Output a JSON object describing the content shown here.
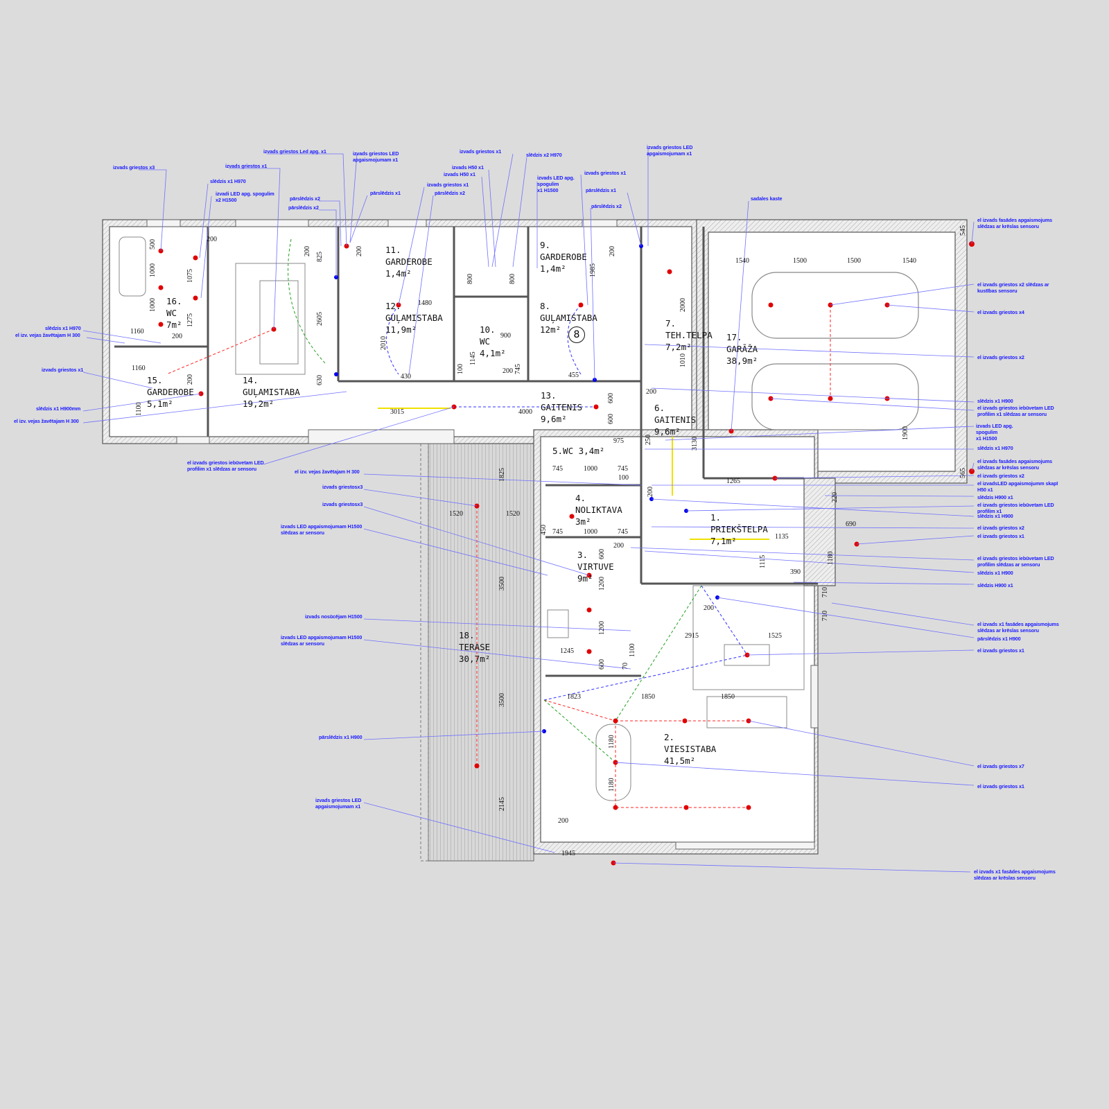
{
  "colors": {
    "background": "#dcdcdc",
    "wall": "#555555",
    "annotation": "#1a1aff",
    "ceiling_point": "#e00000",
    "switch_point": "#0000ee",
    "circuit_red": "#ff2020",
    "circuit_blue": "#3030ff",
    "circuit_green": "#20a020",
    "led_profile": "#f0e000"
  },
  "rooms": [
    {
      "no": "1.",
      "name": "PRIEKŠTELPA",
      "area": "7,1m²"
    },
    {
      "no": "2.",
      "name": "VIESISTABA",
      "area": "41,5m²"
    },
    {
      "no": "3.",
      "name": "VIRTUVE",
      "area": "9m²"
    },
    {
      "no": "4.",
      "name": "NOLIKTAVA",
      "area": "3m²"
    },
    {
      "no": "5.WC",
      "name": "",
      "area": "3,4m²"
    },
    {
      "no": "6.",
      "name": "GAITENIS",
      "area": "9,6m²"
    },
    {
      "no": "7.",
      "name": "TEH.TELPA",
      "area": "7,2m²"
    },
    {
      "no": "8.",
      "name": "GUĻAMISTABA",
      "area": "12m²"
    },
    {
      "no": "9.",
      "name": "GARDEROBE",
      "area": "1,4m²"
    },
    {
      "no": "10.",
      "name": "WC",
      "area": "4,1m²"
    },
    {
      "no": "11.",
      "name": "GARDEROBE",
      "area": "1,4m²"
    },
    {
      "no": "12.",
      "name": "GUĻAMISTABA",
      "area": "11,9m²"
    },
    {
      "no": "13.",
      "name": "GAITENIS",
      "area": "9,6m²"
    },
    {
      "no": "14.",
      "name": "GUĻAMISTABA",
      "area": "19,2m²"
    },
    {
      "no": "15.",
      "name": "GARDEROBE",
      "area": "5,1m²"
    },
    {
      "no": "16.",
      "name": "WC",
      "area": "7m²"
    },
    {
      "no": "17.",
      "name": "GARĀŽA",
      "area": "38,9m²"
    },
    {
      "no": "18.",
      "name": "TERASE",
      "area": "30,7m²"
    }
  ],
  "marker": "8",
  "annotations": [
    "izvads griestos x3",
    "izvads griestos x1",
    "izvads griestos Led apg.  x1",
    "izvads griestos LED\napgaismojumam x1",
    "slēdzis x1 H970",
    "izvadi LED apg. spogulim\n x2 H1500",
    "pārslēdzis x2",
    "pārslēdzis x2",
    "pārslēdzis x1",
    "izvads griestos  x1",
    "slēdzis x2 H970",
    "izvads H50 x1",
    "izvads H50 x1",
    "izvads griestos x1",
    "pārslēdzis x2",
    "izvads LED apg.\nspogulim\n x1 H1500",
    "izvads griestos x1",
    "pārslēdzis x1",
    "pārslēdzis x2",
    "izvads griestos LED\napgaismojumam x1",
    "sadales kaste",
    "slēdzis x1 H970",
    "el izv. vejas žavētajam H 300",
    "izvads griestos x1",
    "slēdzis x1 H900mm",
    "el izv. vejas žavētajam H 300",
    "el izvads griestos iebūvetam LED\nprofilim x1 slēdzas ar sensoru",
    "el izv. vejas žavētajam H 300",
    "izvads griestosx3",
    "izvads griestosx3",
    "izvads LED apgaismojumam H1500\nslēdzas ar sensoru",
    "izvads nosūcējam H1500",
    "izvads LED apgaismojumam H1500\nslēdzas ar sensoru",
    "pārslēdzis x1 H900",
    "izvads griestos LED\napgaismojumam x1",
    "el izvads fasādes apgaismojums\nslēdzas ar krēslas sensoru",
    "el izvads griestos x2 slēdzas ar\nkustības sensoru",
    "el izvads griestos x4",
    "el izvads griestos x2",
    "slēdzis x1 H900",
    "el izvads griestos iebūvetam LED\nprofilim x1 slēdzas ar sensoru",
    "izvads LED apg.\nspogulim\n x1 H1500",
    "slēdzis x1 H970",
    "el izvads fasādes apgaismojums\nslēdzas ar krēslas sensoru",
    "el izvads griestos x2",
    "el izvadsLED apgaismojumm skapī\nH50 x1",
    "slēdzis H900 x1",
    "el izvads griestos iebūvetam LED\nprofilim x1",
    "slēdzis x1 H900",
    "el izvads griestos x2",
    "el izvads griestos x1",
    "el izvads griestos iebūvetam LED\nprofilim slēdzas ar sensoru",
    "slēdzis x1 H900",
    "slēdzis H900 x1",
    "el izvads x1 fasādes apgaismojums\nslēdzas ar krēslas sensoru",
    "pārslēdzis x1 H900",
    "el izvads griestos x1",
    "el izvads griestos x7",
    "el izvads griestos x1",
    "el izvads x1 fasādes apgaismojums\nslēdzas ar krēslas sensoru"
  ],
  "dimensions": [
    "200",
    "500",
    "1000",
    "1075",
    "1000",
    "1275",
    "1160",
    "200",
    "1160",
    "200",
    "1100",
    "200",
    "825",
    "2605",
    "630",
    "200",
    "1480",
    "2010",
    "430",
    "100",
    "1145",
    "900",
    "745",
    "200",
    "800",
    "800",
    "200",
    "1985",
    "455",
    "2000",
    "1010",
    "200",
    "3015",
    "4000",
    "600",
    "600",
    "3130",
    "1540",
    "1500",
    "1500",
    "1540",
    "1900",
    "545",
    "565",
    "975",
    "250",
    "745",
    "1000",
    "745",
    "100",
    "200",
    "1265",
    "220",
    "690",
    "1135",
    "1180",
    "1115",
    "390",
    "710",
    "710",
    "745",
    "1000",
    "745",
    "450",
    "200",
    "600",
    "1200",
    "1200",
    "1100",
    "600",
    "70",
    "1245",
    "200",
    "2915",
    "1525",
    "1823",
    "1850",
    "1850",
    "1180",
    "1180",
    "1520",
    "1520",
    "1825",
    "3500",
    "3500",
    "2145",
    "200",
    "1945"
  ]
}
